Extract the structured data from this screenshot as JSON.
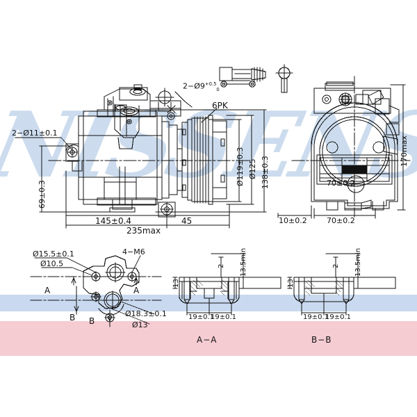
{
  "document": {
    "type": "technical-engineering-drawing",
    "subject": "Automotive A/C compressor",
    "watermark_text": "NISSENS"
  },
  "views": {
    "front_elevation": {
      "name": "Front elevation / side view with pulley",
      "labels": [
        {
          "id": "mount_holes",
          "text": "2−Ø11±0.1"
        },
        {
          "id": "pin_holes",
          "text": "2−Ø9",
          "sup": "+0.5",
          "sub": "0"
        },
        {
          "id": "belt_profile",
          "text": "6PK"
        },
        {
          "id": "height_69",
          "text": "69±0.3"
        },
        {
          "id": "pulley_groove_dia",
          "text": "Ø119±0.3"
        },
        {
          "id": "pulley_outer_dia",
          "text": "Ø125"
        },
        {
          "id": "body_height",
          "text": "138±0.3"
        },
        {
          "id": "length_145",
          "text": "145±0.4"
        },
        {
          "id": "length_45",
          "text": "45"
        },
        {
          "id": "overall_length",
          "text": "235max"
        }
      ]
    },
    "side_elevation": {
      "name": "End view / rear elevation",
      "labels": [
        {
          "id": "overall_height",
          "text": "170max"
        },
        {
          "id": "port_width_upper",
          "text": "70±0.2"
        },
        {
          "id": "foot_width",
          "text": "70±0.2"
        },
        {
          "id": "offset_10",
          "text": "10±0.2"
        }
      ]
    },
    "mount_detail": {
      "name": "Mounting bracket detail (plan)",
      "labels": [
        {
          "id": "bore_15_5",
          "text": "Ø15.5±0.1"
        },
        {
          "id": "bore_10_5",
          "text": "Ø10.5"
        },
        {
          "id": "threads",
          "text": "4−M6"
        },
        {
          "id": "bore_18_3",
          "text": "Ø18.3±0.1"
        },
        {
          "id": "bore_13",
          "text": "Ø13"
        },
        {
          "id": "sec_a_left",
          "text": "A"
        },
        {
          "id": "sec_a_right",
          "text": "A"
        },
        {
          "id": "sec_b_left",
          "text": "B"
        },
        {
          "id": "sec_b_right",
          "text": "B"
        }
      ]
    },
    "section_aa": {
      "name": "Section A-A",
      "caption": "A−A",
      "labels": [
        {
          "id": "pitch_left",
          "text": "19±0.1"
        },
        {
          "id": "pitch_right",
          "text": "19±0.1"
        },
        {
          "id": "wall_13",
          "text": "13"
        },
        {
          "id": "web_2",
          "text": "2"
        },
        {
          "id": "depth_min",
          "text": "13.5min"
        }
      ]
    },
    "section_bb": {
      "name": "Section B-B",
      "caption": "B−B",
      "labels": [
        {
          "id": "pitch_left",
          "text": "19±0.1"
        },
        {
          "id": "pitch_right",
          "text": "19±0.1"
        },
        {
          "id": "wall_13",
          "text": "13"
        },
        {
          "id": "web_2",
          "text": "2"
        },
        {
          "id": "depth_min",
          "text": "13.5min"
        }
      ]
    }
  },
  "colors": {
    "line": "#111111",
    "band_blue": "#c9d9ef",
    "band_pink": "#f5ccd2",
    "watermark": "#ccdcee",
    "paper": "#ffffff"
  }
}
